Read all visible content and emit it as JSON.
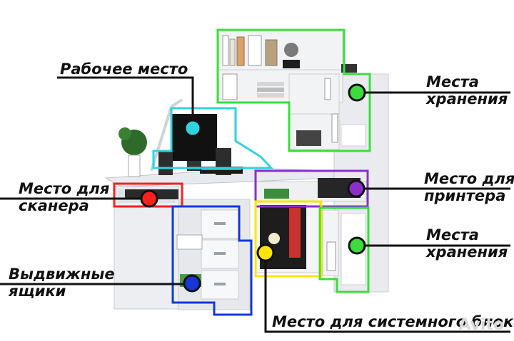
{
  "labels": {
    "workplace": "Рабочее место",
    "storage_top": [
      "Места",
      "хранения"
    ],
    "scanner": [
      "Место для",
      "сканера"
    ],
    "printer": [
      "Место для",
      "принтера"
    ],
    "storage_bottom": [
      "Места",
      "хранения"
    ],
    "drawers": [
      "Выдвижные",
      "ящики"
    ],
    "system_unit": "Место для системного блока"
  },
  "watermark": "Avito",
  "colors": {
    "storage": "#3ddc3d",
    "workplace": "#2fd3e0",
    "scanner": "#ff1f1f",
    "printer": "#8b2fc9",
    "system_unit": "#ffe600",
    "drawers": "#1438d6",
    "leader": "#111111"
  }
}
